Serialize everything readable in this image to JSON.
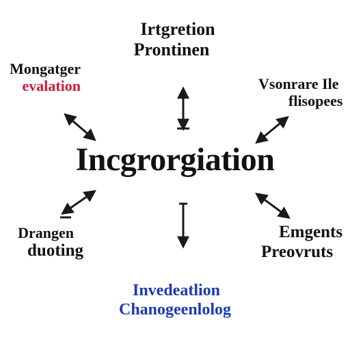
{
  "diagram": {
    "center": "Incgrorgiation",
    "top": {
      "line1": "Irtgretion",
      "line2": "Prontinen"
    },
    "top_left": {
      "line1": "Mongatger",
      "line2": "evalation"
    },
    "top_right": {
      "line1": "Vsonrare Ile",
      "line2": "flisopees"
    },
    "bottom_left": {
      "line1": "Drangen",
      "line2": "duoting"
    },
    "bottom_right": {
      "line1": "Emgents",
      "line2": "Preovruts"
    },
    "bottom": {
      "line1": "Invedeatlion",
      "line2": "Chanogeenlolog"
    }
  },
  "colors": {
    "text": "#111111",
    "accent_red": "#c81e3c",
    "accent_blue": "#1c3bb0",
    "arrow": "#1a1a1a"
  },
  "icons": {
    "arrow_up": "double-headed-vertical-arrow",
    "arrow_down": "down-arrow",
    "arrow_diagonal": "double-headed-diagonal-arrow"
  }
}
